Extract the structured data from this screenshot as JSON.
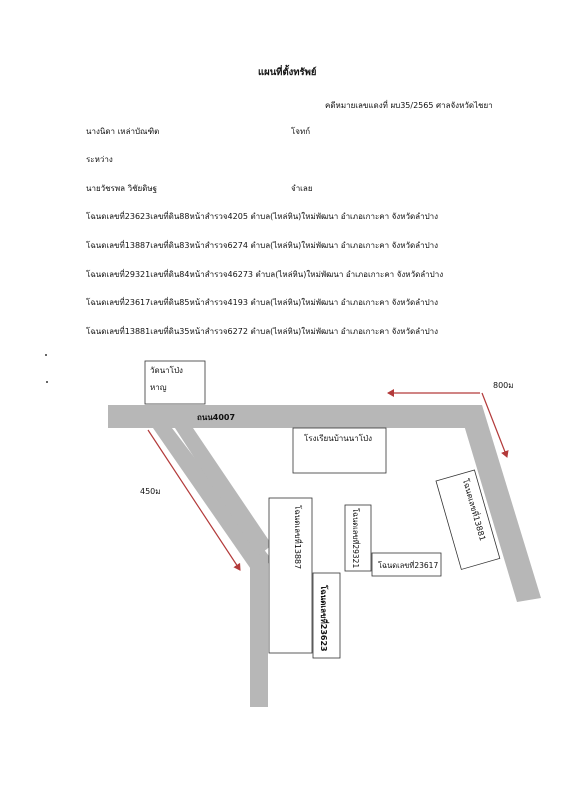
{
  "document": {
    "title": "แผนที่ตั้งทรัพย์",
    "case_ref": "คดีหมายเลขแดงที่ ผบ35/2565 ศาลจังหวัดไชยา",
    "plaintiff_name": "นางนิดา เหล่าบัณฑิต",
    "plaintiff_role": "โจทก์",
    "between": "ระหว่าง",
    "defendant_name": "นายวัชรพล วิชัยดิษฐ",
    "defendant_role": "จำเลย",
    "deeds": [
      "โฉนดเลขที่23623เลขที่ดิน88หน้าสำรวจ4205 ตำบล(ไหล่หิน)ใหม่พัฒนา อำเภอเกาะคา จังหวัดลำปาง",
      "โฉนดเลขที่13887เลขที่ดิน83หน้าสำรวจ6274 ตำบล(ไหล่หิน)ใหม่พัฒนา อำเภอเกาะคา จังหวัดลำปาง",
      "โฉนดเลขที่29321เลขที่ดิน84หน้าสำรวจ46273 ตำบล(ไหล่หิน)ใหม่พัฒนา อำเภอเกาะคา จังหวัดลำปาง",
      "โฉนดเลขที่23617เลขที่ดิน85หน้าสำรวจ4193 ตำบล(ไหล่หิน)ใหม่พัฒนา อำเภอเกาะคา จังหวัดลำปาง",
      "โฉนดเลขที่13881เลขที่ดิน35หน้าสำรวจ6272 ตำบล(ไหล่หิน)ใหม่พัฒนา อำเภอเกาะคา จังหวัดลำปาง"
    ]
  },
  "map": {
    "temple_line1": "วัดนาโป่ง",
    "temple_line2": "หาญ",
    "road_label": "ถนน4007",
    "school_label": "โรงเรียนบ้านนาโป่ง",
    "distance_right": "800ม",
    "distance_left": "450ม",
    "plots": {
      "p13887": "โฉนดเลขที่13887",
      "p23623": "โฉนดเลขที่23623",
      "p29321": "โฉนดเลขที่29321",
      "p23617": "โฉนดเลขที่23617",
      "p13881": "โฉนดเลขที่13881"
    },
    "colors": {
      "road": "#b7b7b7",
      "arrow": "#b33a3a",
      "box_border": "#333333"
    }
  }
}
